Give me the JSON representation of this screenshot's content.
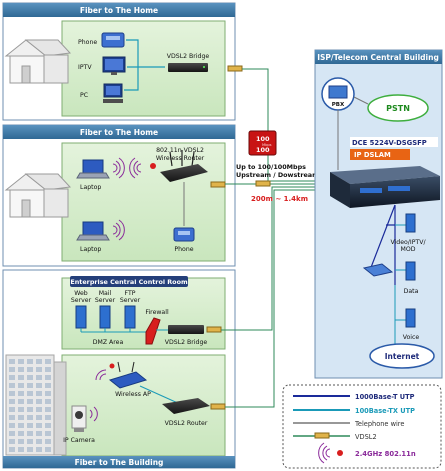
{
  "sections": {
    "home1_title": "Fiber to The Home",
    "home2_title": "Fiber to The Home",
    "enterprise_title": "Enterprise Central Control Room",
    "building_title": "Fiber to The Building",
    "isp_title": "ISP/Telecom Central Building"
  },
  "home1": {
    "phone": "Phone",
    "iptv": "IPTV",
    "pc": "PC",
    "bridge": "VDSL2 Bridge"
  },
  "home2": {
    "router": [
      "802.11n VDSL2",
      "Wireless Router"
    ],
    "laptop1": "Laptop",
    "laptop2": "Laptop",
    "phone": "Phone"
  },
  "enterprise": {
    "web": [
      "Web",
      "Server"
    ],
    "mail": [
      "Mail",
      "Server"
    ],
    "ftp": [
      "FTP",
      "Server"
    ],
    "firewall": "Firewall",
    "dmz": "DMZ Area",
    "bridge": "VDSL2 Bridge"
  },
  "building": {
    "ap": "Wireless AP",
    "camera": "IP Camera",
    "router": "VDSL2 Router"
  },
  "link": {
    "badge_top": "100",
    "badge_mid": "Mbps",
    "badge_bot": "100",
    "speed1": "Up to 100/100Mbps",
    "speed2": "Upstream / Dowstream",
    "distance": "200m ~ 1.4km"
  },
  "isp": {
    "pbx": "PBX",
    "pstn": "PSTN",
    "model": "DCE 5224V-DSGSFP",
    "dslam": "IP DSLAM",
    "video": [
      "Video/IPTV/",
      "MOD"
    ],
    "data": "Data",
    "voice": "Voice",
    "internet": "Internet"
  },
  "legend": {
    "l1": "1000Base-T UTP",
    "l2": "100Base-TX UTP",
    "l3": "Telephone wire",
    "l4": "VDSL2",
    "l5": "2.4GHz 802.11n"
  },
  "colors": {
    "header": "#3e7aa8",
    "panel_border": "#6f8fb0",
    "green_bg": "#d8edcf",
    "isp_bg": "#d6e6f4",
    "line_1000": "#1a2a9a",
    "line_100": "#1a9ab8",
    "line_tel": "#777777",
    "line_vdsl": "#2e8a5a",
    "accent_red": "#d81e1e"
  }
}
